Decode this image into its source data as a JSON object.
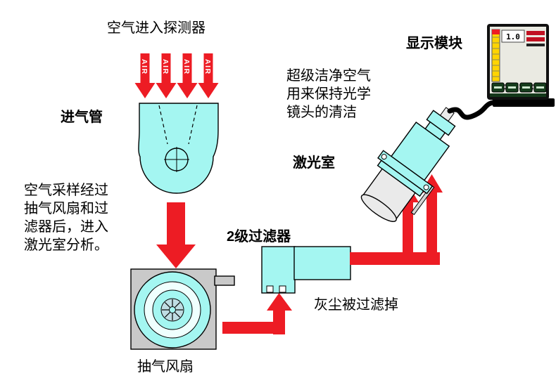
{
  "labels": {
    "air": "AIR",
    "air_entry": "空气进入探测器",
    "intake_pipe": "进气管",
    "sampling_note": "空气采样经过\n抽气风扇和过\n滤器后，进入\n激光室分析。",
    "exhaust_fan": "抽气风扇",
    "filter": "2级过滤器",
    "dust_filtered": "灰尘被过滤掉",
    "laser_chamber": "激光室",
    "clean_air_note": "超级洁净空气\n用来保持光学\n镜头的清洁",
    "display_module": "显示模块"
  },
  "display": {
    "reading": "1.0"
  },
  "colors": {
    "red": "#ED1C24",
    "cyan": "#A4F6F1",
    "gray": "#C9C9C9",
    "yellow": "#FFD400",
    "pale": "#EAEAEA",
    "button_green": "#163D1C"
  }
}
